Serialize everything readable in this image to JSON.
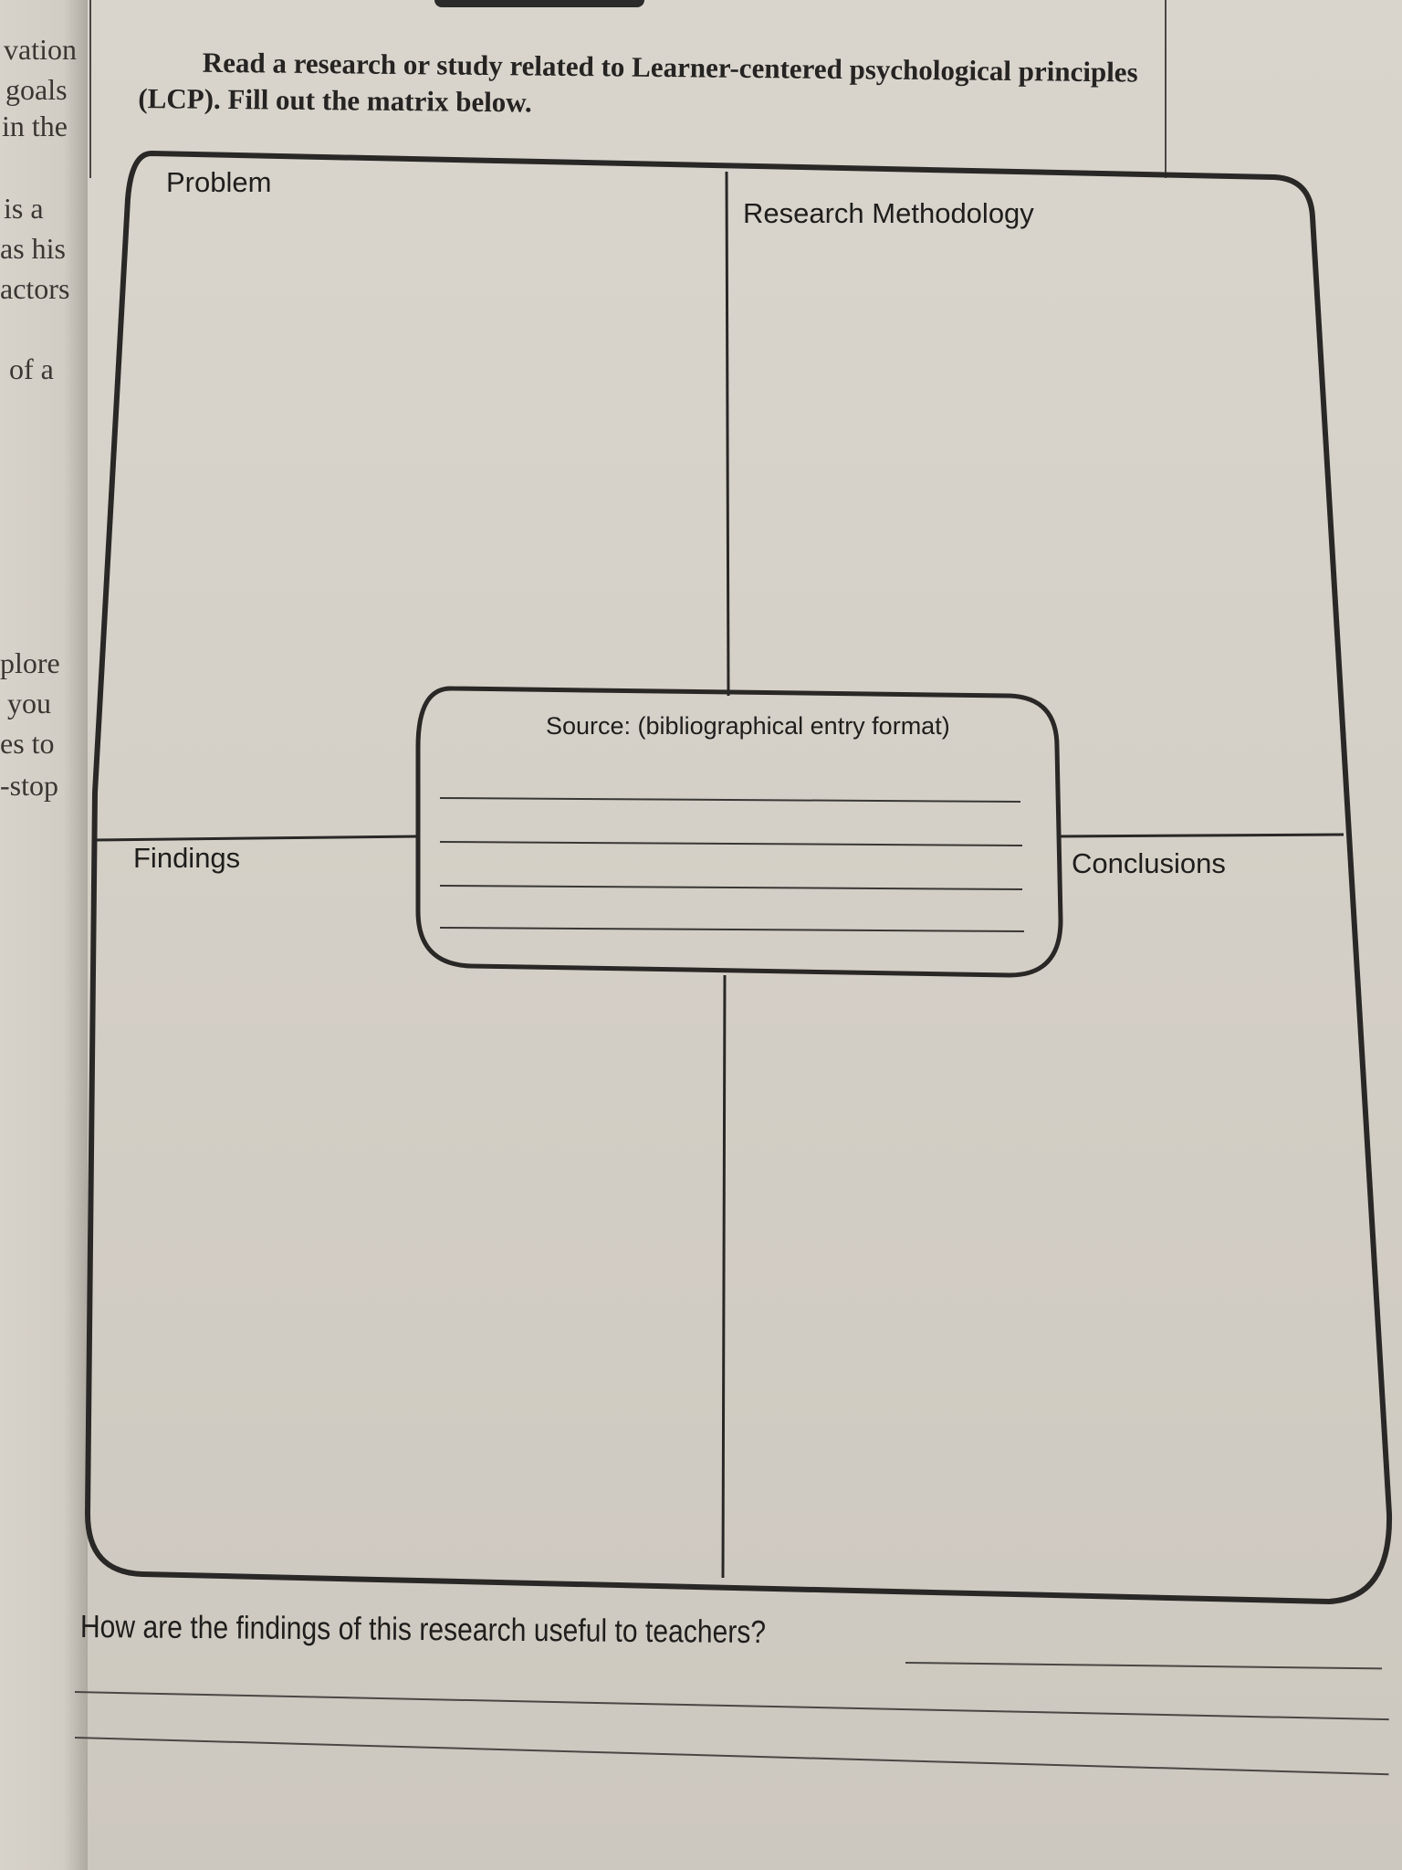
{
  "left_page_fragments": [
    "vation",
    "goals",
    "in the",
    "is a",
    "as his",
    "actors",
    "of a",
    "plore",
    "you",
    "es to",
    "-stop"
  ],
  "instructions": "Read a research or study related to Learner-centered psychological principles (LCP). Fill out the matrix below.",
  "matrix": {
    "problem_label": "Problem",
    "methodology_label": "Research Methodology",
    "findings_label": "Findings",
    "conclusions_label": "Conclusions",
    "source_label": "Source: (bibliographical entry format)"
  },
  "question": "How are the findings of this research useful to teachers?"
}
